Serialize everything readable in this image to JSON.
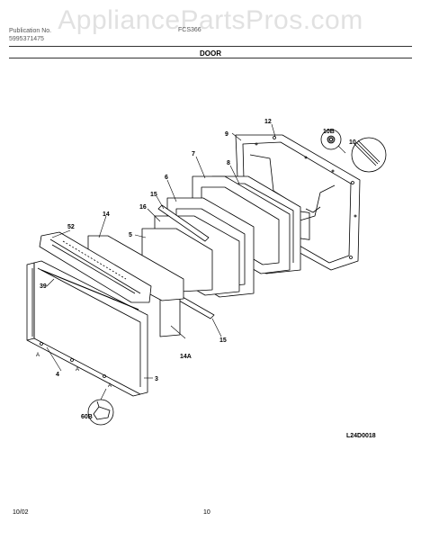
{
  "watermark": "AppliancePartsPros.com",
  "header": {
    "publication_label": "Publication No.",
    "publication_number": "5995371475",
    "model": "FCS366",
    "section": "DOOR"
  },
  "diagram_code": "L24D0018",
  "footer": {
    "date": "10/02",
    "page": "10"
  },
  "callouts": {
    "c12": "12",
    "c9": "9",
    "c10b": "10B",
    "c10": "10",
    "c7": "7",
    "c8": "8",
    "c6": "6",
    "c15a": "15",
    "c16": "16",
    "c14": "14",
    "c52": "52",
    "c5": "5",
    "c39": "39",
    "c14a": "14A",
    "c15b": "15",
    "c4": "4",
    "c3": "3",
    "cA1": "A",
    "cA2": "A",
    "cA3": "A",
    "c60b": "60B"
  }
}
